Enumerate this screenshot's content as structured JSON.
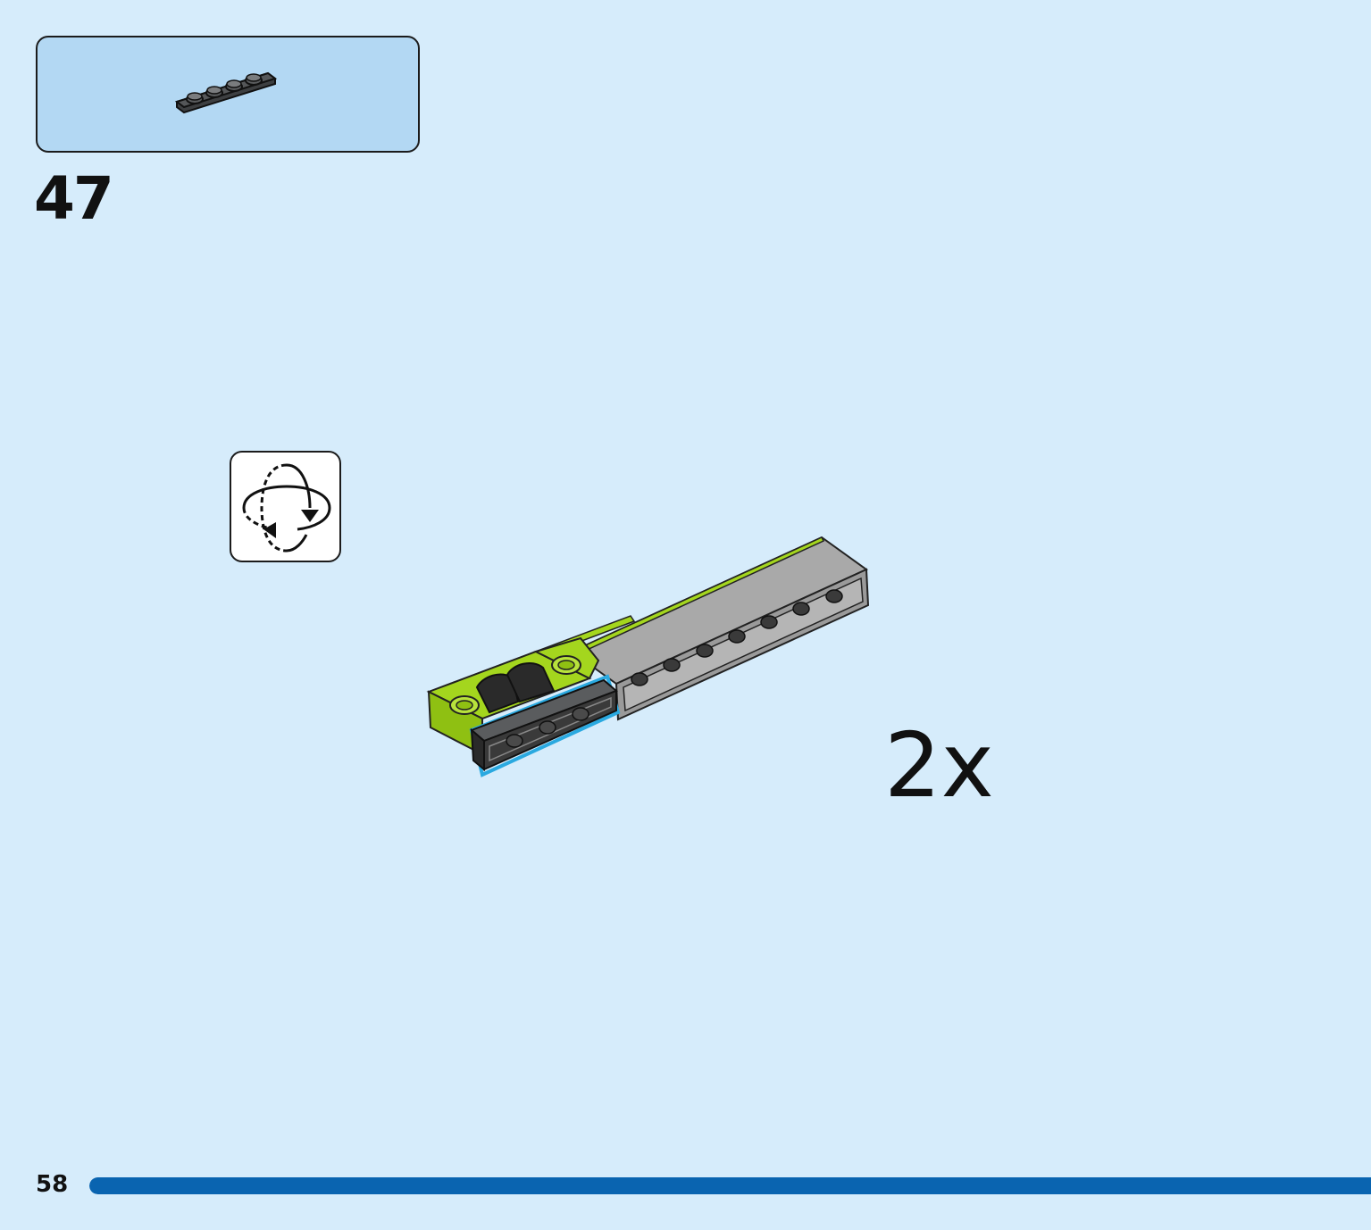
{
  "step": {
    "number": "47",
    "multiplier": "2x"
  },
  "parts_callout": {
    "part": "dark-gray-plate-1x4",
    "color": "#3d3f41"
  },
  "rotate_indicator": {
    "icon": "rotate-model-icon"
  },
  "model": {
    "colors": {
      "lime": "#a4d61e",
      "gray": "#a9a9a9",
      "dark": "#3a3a3a",
      "highlight": "#2aa9e0"
    }
  },
  "footer": {
    "page_number": "58",
    "progress_fraction": 1.0,
    "progress_color": "#0a64b0"
  }
}
